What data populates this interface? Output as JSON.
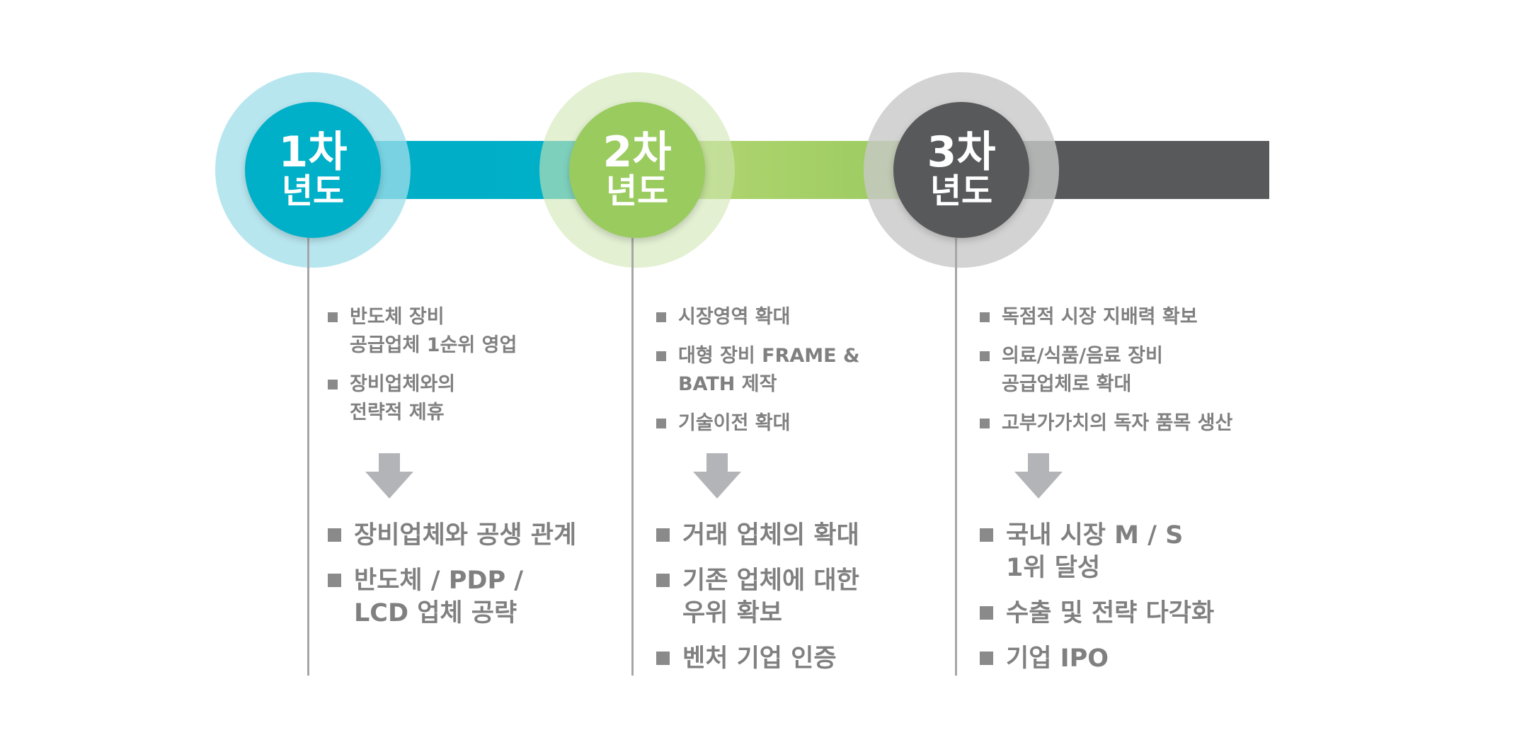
{
  "colors": {
    "stage1": "#00b0c8",
    "stage1_halo": "#bde8ef",
    "stage2": "#9acb5f",
    "stage2_halo": "#e3f0d3",
    "stage3": "#58595b",
    "stage3_halo": "#d6d6d6",
    "text": "#808080",
    "arrow": "#b2b4b8"
  },
  "stages": [
    {
      "num": "1차",
      "unit": "년도",
      "items": [
        [
          "반도체 장비",
          "공급업체 1순위 영업"
        ],
        [
          "장비업체와의",
          "전략적 제휴"
        ]
      ],
      "results": [
        [
          "장비업체와 공생 관계"
        ],
        [
          "반도체 / PDP /",
          "LCD 업체 공략"
        ]
      ]
    },
    {
      "num": "2차",
      "unit": "년도",
      "items": [
        [
          "시장영역 확대"
        ],
        [
          "대형 장비 FRAME &",
          "BATH 제작"
        ],
        [
          "기술이전 확대"
        ]
      ],
      "results": [
        [
          "거래 업체의 확대"
        ],
        [
          "기존 업체에 대한",
          "우위 확보"
        ],
        [
          "벤처 기업 인증"
        ]
      ]
    },
    {
      "num": "3차",
      "unit": "년도",
      "items": [
        [
          "독점적 시장 지배력 확보"
        ],
        [
          "의료/식품/음료 장비",
          "공급업체로 확대"
        ],
        [
          "고부가가치의 독자 품목 생산"
        ]
      ],
      "results": [
        [
          "국내 시장 M / S",
          "1위 달성"
        ],
        [
          "수출 및 전략 다각화"
        ],
        [
          "기업 IPO"
        ]
      ]
    }
  ]
}
